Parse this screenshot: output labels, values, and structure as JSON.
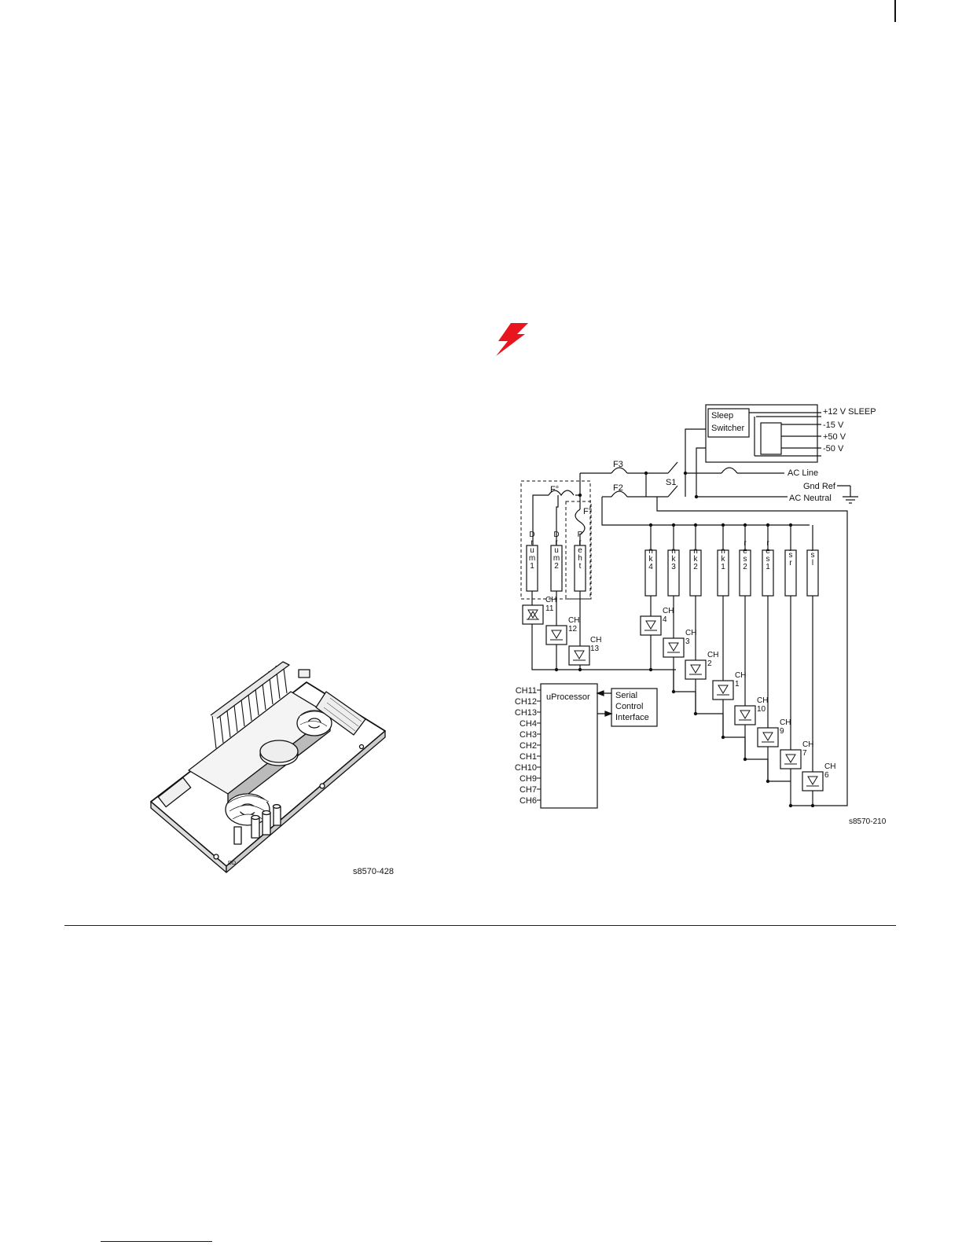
{
  "page": {
    "board_figure_id": "s8570-428",
    "schematic_figure_id": "s8570-210",
    "warning_icon": "high-voltage-icon",
    "warning_color": "#e8141e",
    "link_color": "#0000ee"
  },
  "schematic": {
    "sleep_switcher": [
      "Sleep",
      "Switcher"
    ],
    "outputs": [
      "+12 V SLEEP",
      "-15 V",
      "+50 V",
      "-50 V"
    ],
    "ac_line": "AC Line",
    "gnd_ref": "Gnd Ref",
    "ac_neutral": "AC Neutral",
    "switch": "S1",
    "fuses": [
      "F3",
      "F2"
    ],
    "thermal_fuses": [
      "F°",
      "F°"
    ],
    "heaters": [
      "Drum1",
      "Drum2",
      "Preht",
      "Ink4",
      "Ink3",
      "Ink2",
      "Ink1",
      "res2",
      "res1",
      "jsr",
      "jsl"
    ],
    "triac_ch": "CH",
    "triac_numbers": [
      "11",
      "12",
      "13",
      "4",
      "3",
      "2",
      "1",
      "10",
      "9",
      "7",
      "6"
    ],
    "processor": "uProcessor",
    "processor_channels": [
      "CH11",
      "CH12",
      "CH13",
      "CH4",
      "CH3",
      "CH2",
      "CH1",
      "CH10",
      "CH9",
      "CH7",
      "CH6"
    ],
    "serial_interface": [
      "Serial",
      "Control",
      "Interface"
    ]
  }
}
